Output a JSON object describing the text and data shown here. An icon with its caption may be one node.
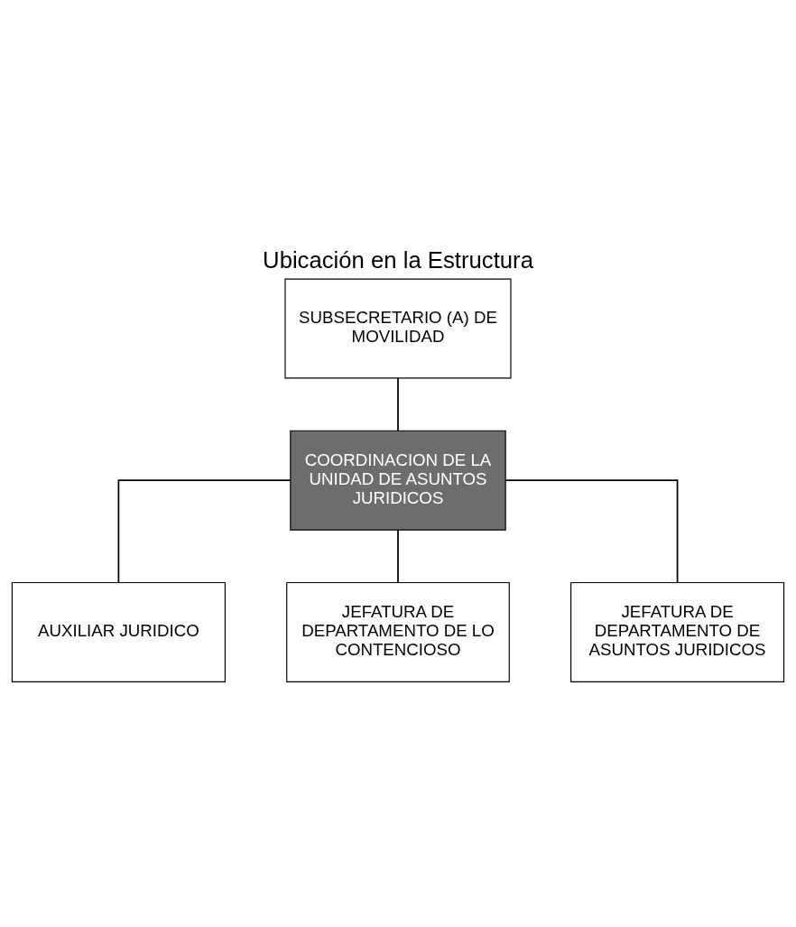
{
  "diagram": {
    "title": "Ubicación en la Estructura",
    "nodes": [
      {
        "text": [
          "SUBSECRETARIO (A) DE MOVILIDAD"
        ]
      },
      {
        "text": [
          "COORDINACION DE LA UNIDAD DE ASUNTOS JURIDICOS"
        ]
      },
      {
        "text": [
          "AUXILIAR JURIDICO"
        ]
      },
      {
        "text": [
          "JEFATURA DE DEPARTAMENTO DE LO CONTENCIOSO"
        ]
      },
      {
        "text": [
          "JEFATURA DE DEPARTAMENTO DE ASUNTOS JURIDICOS"
        ]
      }
    ],
    "edges": [
      {
        "from": 0,
        "to": 1,
        "arrow": "none"
      },
      {
        "from": 1,
        "to": 2,
        "arrow": "none"
      },
      {
        "from": 1,
        "to": 3,
        "arrow": "none"
      },
      {
        "from": 1,
        "to": 4,
        "arrow": "none"
      }
    ]
  }
}
